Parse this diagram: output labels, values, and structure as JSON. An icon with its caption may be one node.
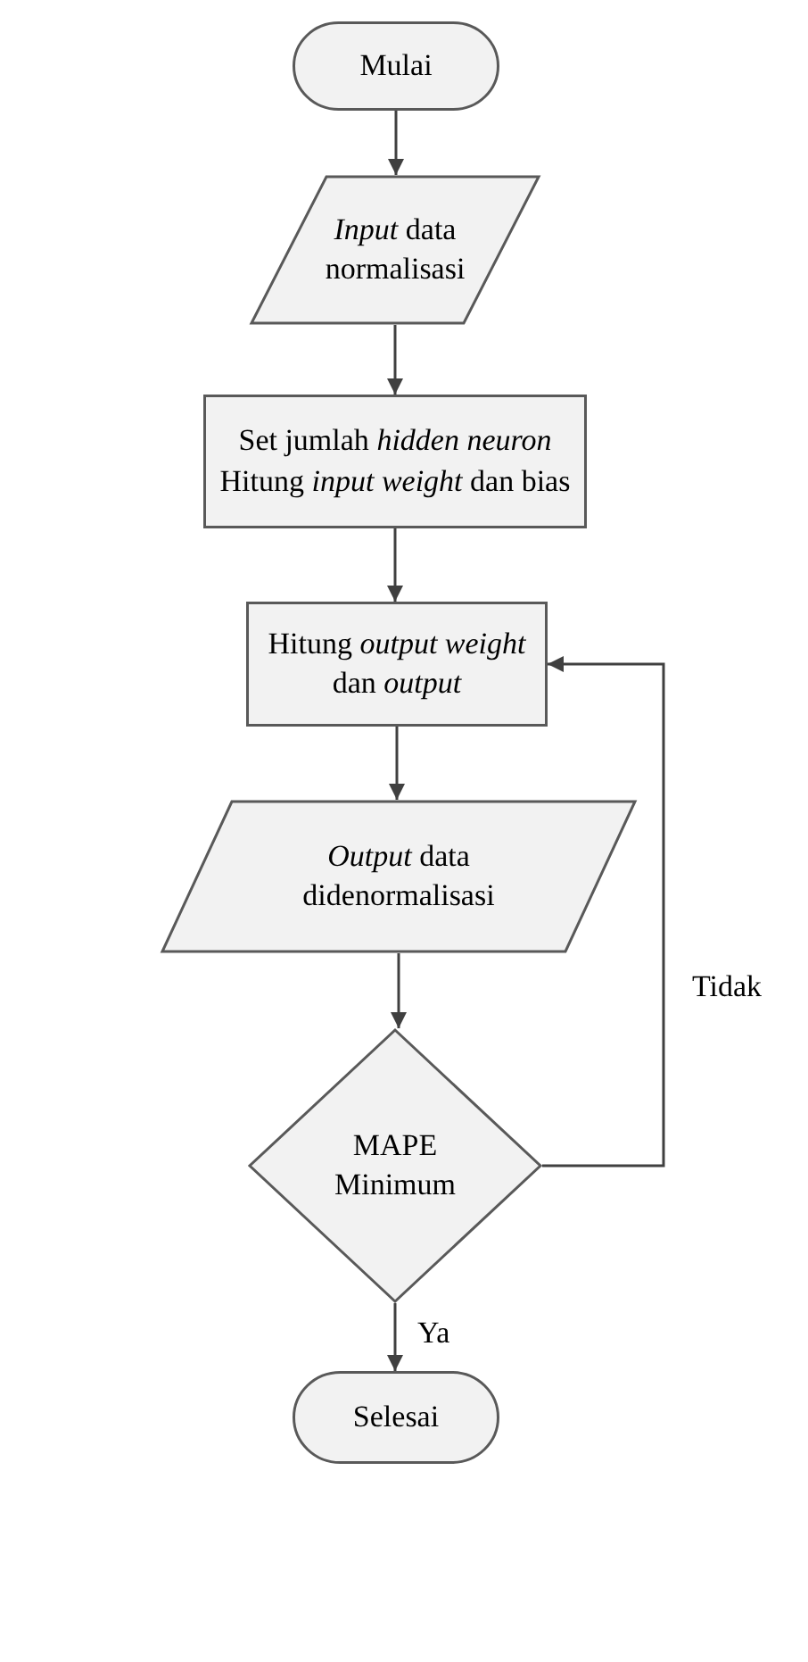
{
  "diagram": {
    "nodes": [
      {
        "text": [
          "Mulai"
        ]
      },
      {
        "text": [
          "*Input* data normalisasi"
        ]
      },
      {
        "text": [
          "Set jumlah *hidden neuron*",
          "Hitung *input weight* dan bias"
        ]
      },
      {
        "text": [
          "Hitung *output weight* dan *output*"
        ]
      },
      {
        "text": [
          "*Output* data didenormalisasi"
        ]
      },
      {
        "text": [
          "MAPE Minimum"
        ]
      },
      {
        "text": [
          "Selesai"
        ]
      }
    ],
    "edges": [
      {
        "from": 0,
        "to": 1,
        "arrow": "to"
      },
      {
        "from": 1,
        "to": 2,
        "arrow": "to"
      },
      {
        "from": 2,
        "to": 3,
        "arrow": "to"
      },
      {
        "from": 3,
        "to": 4,
        "arrow": "to"
      },
      {
        "from": 4,
        "to": 5,
        "arrow": "to"
      },
      {
        "from": 5,
        "to": 6,
        "arrow": "to",
        "label": "Ya"
      },
      {
        "from": 5,
        "to": 3,
        "arrow": "to",
        "label": "Tidak"
      }
    ]
  }
}
